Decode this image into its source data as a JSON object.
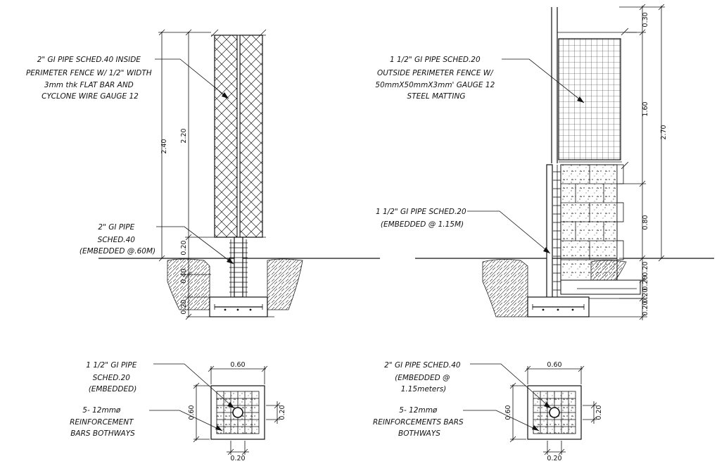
{
  "notes": {
    "inside_fence": [
      "2\" GI PIPE SCHED.40 INSIDE",
      "PERIMETER FENCE W/ 1/2\" WIDTH",
      "3mm thk FLAT BAR AND",
      "CYCLONE WIRE GAUGE 12"
    ],
    "inside_post": [
      "2\" GI PIPE",
      "SCHED.40",
      "(EMBEDDED @.60M)"
    ],
    "outside_fence": [
      "1 1/2\" GI PIPE SCHED.20",
      "OUTSIDE PERIMETER FENCE W/",
      "50mmX50mmX3mm' GAUGE 12",
      "STEEL MATTING"
    ],
    "outside_post": [
      "1 1/2\" GI PIPE SCHED.20",
      "(EMBEDDED @ 1.15M)"
    ],
    "footing_left_pipe": [
      "1 1/2\" GI PIPE",
      "SCHED.20",
      "(EMBEDDED)"
    ],
    "footing_left_bars": [
      "5- 12mmø",
      "REINFORCEMENT",
      "BARS BOTHWAYS"
    ],
    "footing_right_pipe": [
      "2\" GI PIPE SCHED.40",
      "(EMBEDDED @",
      "1.15meters)"
    ],
    "footing_right_bars": [
      "5- 12mmø",
      "REINFORCEMENTS BARS",
      "BOTHWAYS"
    ]
  },
  "dims": {
    "left_total": "2.40",
    "left_fence": "2.20",
    "left_clear": "0.20",
    "left_embed": "0.40",
    "left_footing": "0.20",
    "right_top": "0.30",
    "right_mesh": "1.60",
    "right_total": "2.70",
    "right_wall": "0.80",
    "right_a": "0.20",
    "right_b": "0.20",
    "right_c": "0.20",
    "right_d": "0.20",
    "fl_width": "0.60",
    "fl_depth": "0.60",
    "fl_side": "0.20",
    "fl_bottom": "0.20",
    "fr_width": "0.60",
    "fr_depth": "0.60",
    "fr_side": "0.20",
    "fr_bottom": "0.20"
  }
}
